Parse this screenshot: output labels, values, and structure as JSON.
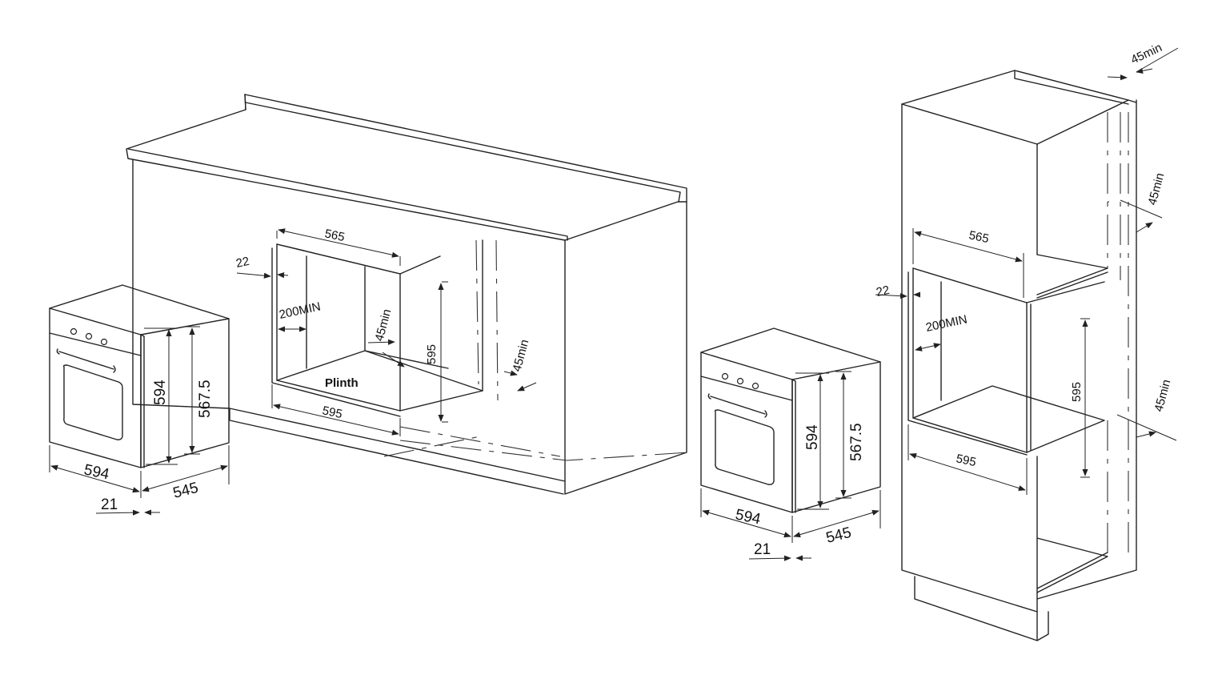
{
  "left_install": {
    "opening_width": "565",
    "side_gap": "22",
    "rear_clearance": "200MIN",
    "vent_gap_top": "45min",
    "opening_height": "595",
    "vent_gap_plinth": "45min",
    "plinth_label": "Plinth",
    "opening_depth": "595"
  },
  "left_oven": {
    "height": "594",
    "body_height": "567.5",
    "width": "594",
    "depth": "545",
    "door_thickness": "21"
  },
  "right_oven": {
    "height": "594",
    "body_height": "567.5",
    "width": "594",
    "depth": "545",
    "door_thickness": "21"
  },
  "tall_install": {
    "top_gap": "45min",
    "upper_vent_gap": "45min",
    "opening_width": "565",
    "side_gap": "22",
    "rear_clearance": "200MIN",
    "opening_height": "595",
    "lower_vent_gap": "45min",
    "opening_depth": "595"
  }
}
